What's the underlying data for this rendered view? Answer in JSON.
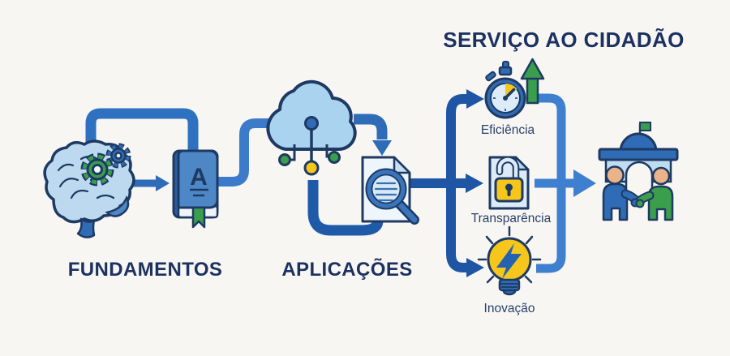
{
  "title": "SERVIÇO AO CIDADÃO",
  "stages": {
    "fundamentos": {
      "label": "FUNDAMENTOS",
      "icons": [
        "brain-with-gears-icon",
        "book-icon"
      ]
    },
    "aplicacoes": {
      "label": "APLICAÇÕES",
      "icons": [
        "cloud-network-icon",
        "document-magnifier-icon"
      ]
    },
    "servico": {
      "label": "SERVIÇO AO CIDADÃO",
      "icons": [
        "government-building-handshake-icon"
      ]
    }
  },
  "branches": {
    "eficiencia": {
      "label": "Eficiência",
      "icon": "stopwatch-growth-arrow-icon"
    },
    "transparencia": {
      "label": "Transparência",
      "icon": "unlocked-document-icon"
    },
    "inovacao": {
      "label": "Inovação",
      "icon": "lightbulb-bolt-icon"
    }
  },
  "icons": {
    "book_letter": "A"
  },
  "colors": {
    "background": "#f8f6f3",
    "outline_navy": "#1e3a63",
    "text_navy": "#1b3160",
    "connector_blue": "#2e6cb8",
    "connector_dark_blue": "#1e55a4",
    "connector_light_blue": "#3f7fd0",
    "icon_blue": "#2f6cb5",
    "book_blue": "#4d87c6",
    "cloud_light_blue": "#a9d3ee",
    "pale_blue": "#dcebf7",
    "green": "#3a9e4c",
    "yellow": "#f6c61d",
    "skin": "#eab389",
    "bolt_blue": "#2563b0"
  }
}
